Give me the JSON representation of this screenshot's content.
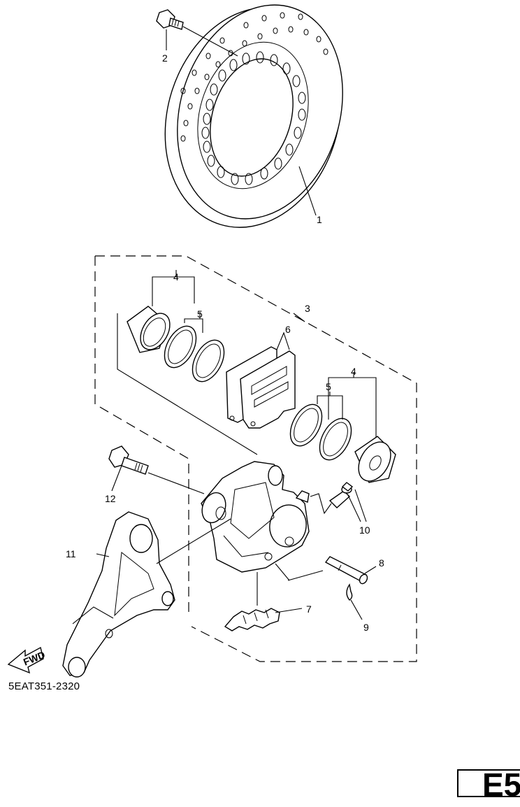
{
  "diagram": {
    "part_labels": {
      "p1": "1",
      "p2": "2",
      "p3": "3",
      "p4a": "4",
      "p4b": "4",
      "p5a": "5",
      "p5b": "5",
      "p6": "6",
      "p7": "7",
      "p8": "8",
      "p9": "9",
      "p10": "10",
      "p11": "11",
      "p12": "12"
    },
    "fwd_label": "FWD",
    "drawing_code": "5EAT351-2320",
    "page_badge": "E5"
  }
}
